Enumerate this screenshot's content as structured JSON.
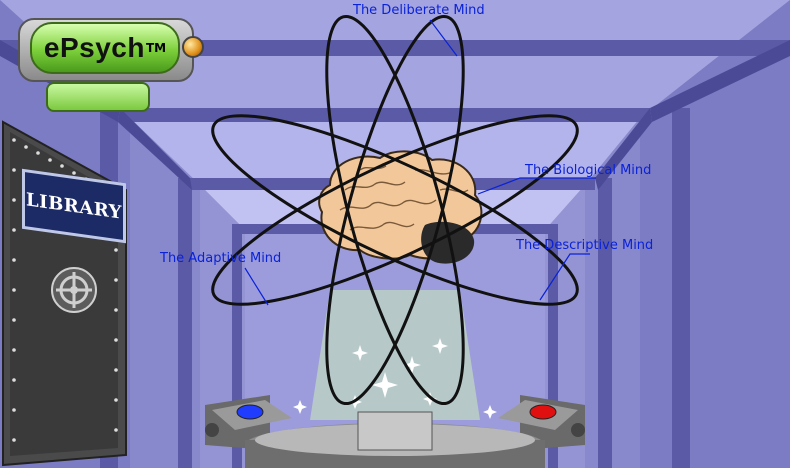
{
  "logo": {
    "text": "ePsych",
    "trademark": "TM"
  },
  "library": {
    "label": "LIBRARY"
  },
  "minds": {
    "deliberate": "The Deliberate Mind",
    "biological": "The Biological Mind",
    "adaptive": "The Adaptive Mind",
    "descriptive": "The Descriptive Mind"
  },
  "colors": {
    "room_wall": "#8e8ed2",
    "beam": "#5a5aa6",
    "label_link": "#0a22d8",
    "logo_green": "#7ccf3a",
    "brain": "#f2c89a",
    "button_blue": "#1f3cff",
    "button_red": "#e01010"
  },
  "icons": [
    "brain-icon",
    "atom-orbits",
    "vault-wheel-icon",
    "sparkle-icon",
    "blue-button",
    "red-button"
  ]
}
